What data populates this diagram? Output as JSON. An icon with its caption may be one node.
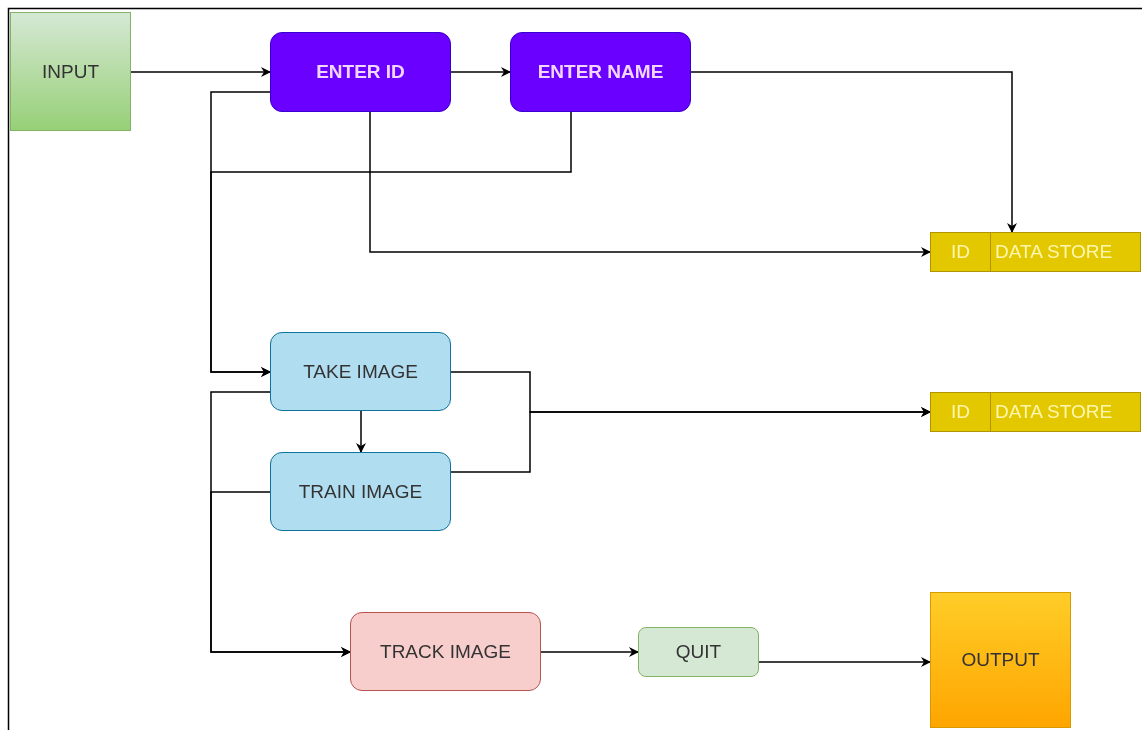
{
  "diagram": {
    "nodes": [
      {
        "text": [
          "INPUT"
        ]
      },
      {
        "text": [
          "ENTER ID"
        ]
      },
      {
        "text": [
          "ENTER NAME"
        ]
      },
      {
        "text": [
          "ID",
          "DATA STORE"
        ]
      },
      {
        "text": [
          "TAKE IMAGE"
        ]
      },
      {
        "text": [
          "ID",
          "DATA STORE"
        ]
      },
      {
        "text": [
          "TRAIN IMAGE"
        ]
      },
      {
        "text": [
          "TRACK IMAGE"
        ]
      },
      {
        "text": [
          "QUIT"
        ]
      },
      {
        "text": [
          "OUTPUT"
        ]
      }
    ],
    "edges": [
      {
        "from": 0,
        "to": 1,
        "arrow": "to"
      },
      {
        "from": 1,
        "to": 2,
        "arrow": "to"
      },
      {
        "from": 2,
        "to": 3,
        "arrow": "to"
      },
      {
        "from": 1,
        "to": 3,
        "arrow": "to"
      },
      {
        "from": 1,
        "to": 4,
        "arrow": "to"
      },
      {
        "from": 2,
        "to": 4,
        "arrow": "to"
      },
      {
        "from": 4,
        "to": 6,
        "arrow": "to"
      },
      {
        "from": 4,
        "to": 5,
        "arrow": "to"
      },
      {
        "from": 6,
        "to": 5,
        "arrow": "to"
      },
      {
        "from": 4,
        "to": 7,
        "arrow": "to"
      },
      {
        "from": 6,
        "to": 7,
        "arrow": "to"
      },
      {
        "from": 7,
        "to": 8,
        "arrow": "to"
      },
      {
        "from": 8,
        "to": 9,
        "arrow": "to"
      }
    ]
  }
}
